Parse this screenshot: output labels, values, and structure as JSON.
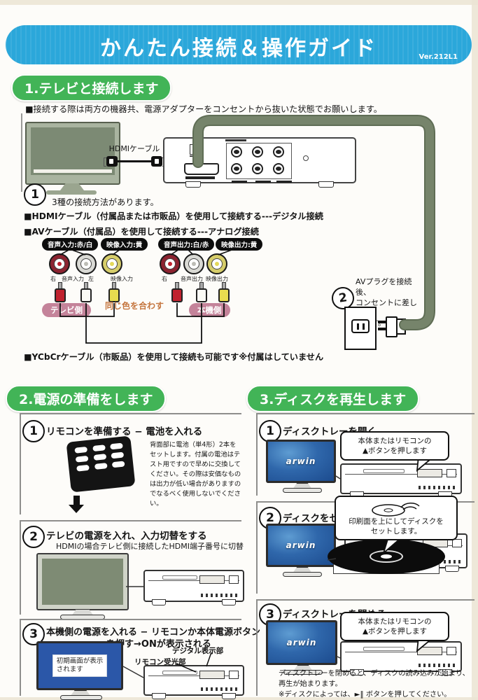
{
  "banner": {
    "title": "かんたん接続＆操作ガイド",
    "version": "Ver.212L1"
  },
  "s1": {
    "header": "1.テレビと接続します",
    "note": "■接続する際は両方の機器共、電源アダプターをコンセントから抜いた状態でお願いします。",
    "hdmi_label": "HDMIケーブル",
    "step1_num": "1",
    "step1_text": "3種の接続方法があります。",
    "bullet_hdmi": "■HDMIケーブル（付属品または市販品）を使用して接続する---デジタル接続",
    "bullet_av": "■AVケーブル（付属品）を使用して接続する---アナログ接続",
    "av": {
      "pill1": "音声入力:赤/白",
      "pill2": "映像入力:黄",
      "pill3": "音声出力:白/赤",
      "pill4": "映像出力:黄",
      "lbl_right1": "右",
      "lbl_audio_in": "音声入力",
      "lbl_left": "左",
      "lbl_video_in": "映像入力",
      "lbl_right2": "右",
      "lbl_audio_out": "音声出力",
      "lbl_video_out": "映像出力",
      "match": "同じ色を合わす",
      "tv_side": "テレビ側",
      "device_side": "本機側"
    },
    "step2_num": "2",
    "step2_text": "AVプラグを接続後、\nコンセントに差し込\nみます。",
    "ycbcr": "■YCbCrケーブル（市販品）を使用して接続も可能です※付属はしていません"
  },
  "s2": {
    "header": "2.電源の準備をします",
    "s1_num": "1",
    "s1_title": "リモコンを準備する − 電池を入れる",
    "s1_body": "背面部に電池（単4形）2本をセットします。付属の電池はテスト用ですので早めに交換してください。その際は安価なものは出力が低い場合がありますのでなるべく使用しないでください。",
    "s2_num": "2",
    "s2_title": "テレビの電源を入れ、入力切替をする",
    "s2_sub": "HDMIの場合テレビ側に接続したHDMI端子番号に切替",
    "s3_num": "3",
    "s3_title1": "本機側の電源を入れる − リモコンか本体電源ボタン",
    "s3_title2": "を押す→ONが表示される",
    "s3_tv_message": "初期画面が表示\nされます",
    "s3_label_display": "デジタル表示部",
    "s3_label_sensor": "リモコン受光部"
  },
  "s3": {
    "header": "3.ディスクを再生します",
    "brand": "arwin",
    "s1_num": "1",
    "s1_title": "ディスクトレーを開く",
    "s1_bubble": "本体またはリモコンの\n▲ボタンを押します",
    "s2_num": "2",
    "s2_title": "ディスクをセットする",
    "s2_bubble": "印刷面を上にしてディスクを\nセットします。",
    "s3_num": "3",
    "s3_title": "ディスクトレーを閉める",
    "s3_bubble": "本体またはリモコンの\n▲ボタンを押します",
    "footer": "ディスクトレーを閉めると、ディスクの読み込みが始まり、\n再生が始まります。\n※ディスクによっては、►‖ ボタンを押してください。"
  },
  "colors": {
    "banner_blue": "#2BA7DA",
    "header_green": "#42B457",
    "cable_olive": "#75836B",
    "pill_pink": "#C4839A",
    "screen_blue": "#2B57A8",
    "rca_red": "#C02431",
    "rca_yellow": "#E4D85A"
  }
}
